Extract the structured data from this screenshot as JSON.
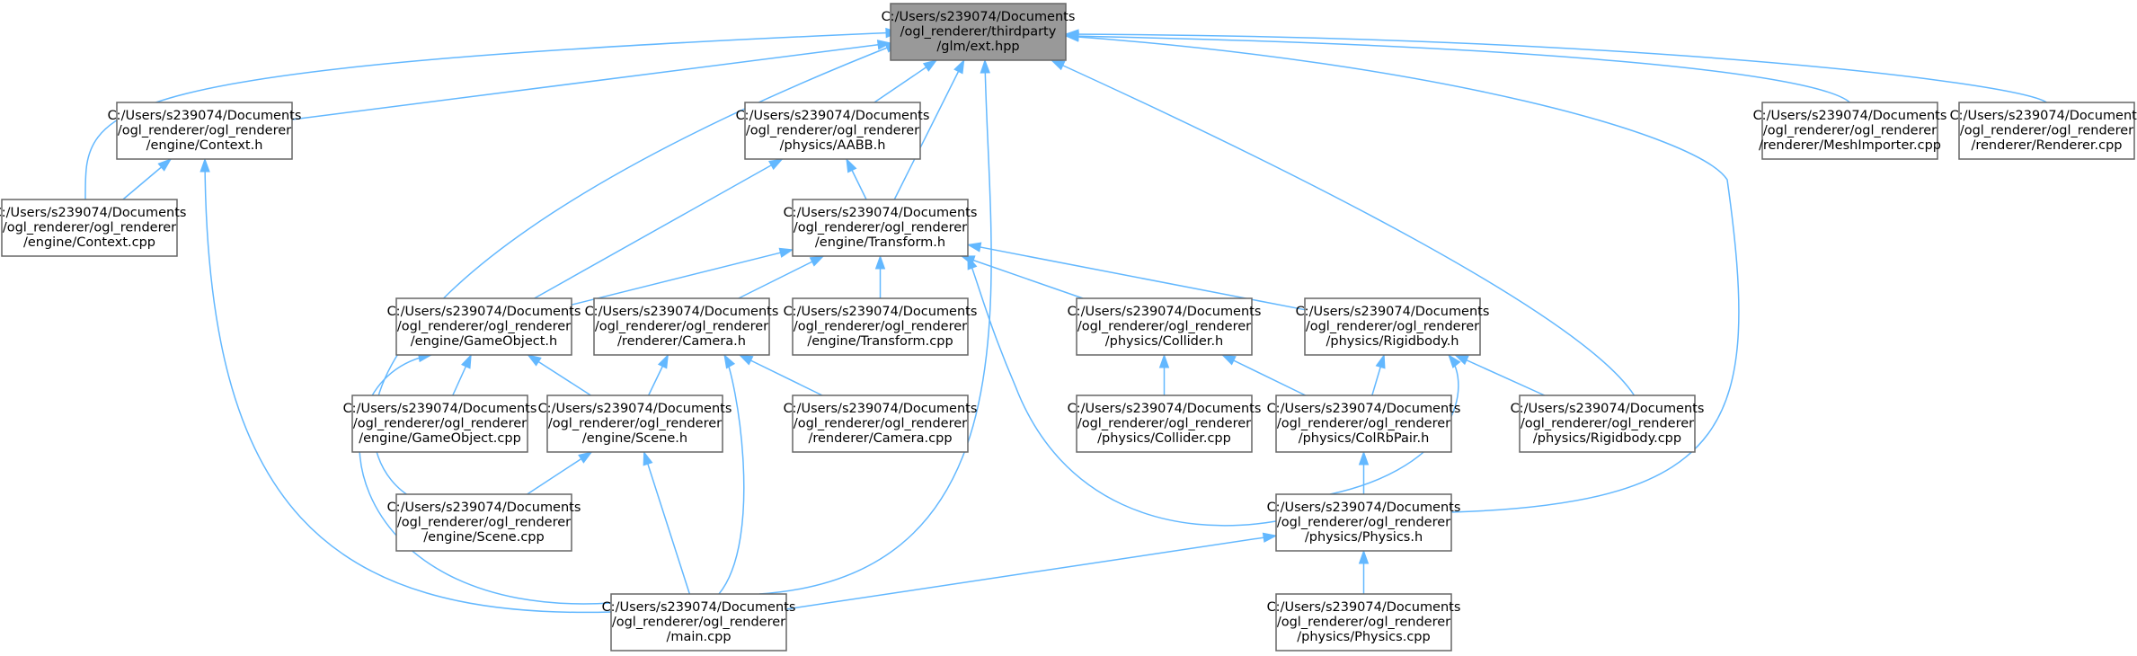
{
  "nodes": [
    {
      "id": "ext",
      "lines": [
        "C:/Users/s239074/Documents",
        "/ogl_renderer/thirdparty",
        "/glm/ext.hpp"
      ],
      "highlighted": true
    },
    {
      "id": "context_h",
      "lines": [
        "C:/Users/s239074/Documents",
        "/ogl_renderer/ogl_renderer",
        "/engine/Context.h"
      ]
    },
    {
      "id": "aabb_h",
      "lines": [
        "C:/Users/s239074/Documents",
        "/ogl_renderer/ogl_renderer",
        "/physics/AABB.h"
      ]
    },
    {
      "id": "meshimporter_cpp",
      "lines": [
        "C:/Users/s239074/Documents",
        "/ogl_renderer/ogl_renderer",
        "/renderer/MeshImporter.cpp"
      ]
    },
    {
      "id": "renderer_cpp",
      "lines": [
        "C:/Users/s239074/Documents",
        "/ogl_renderer/ogl_renderer",
        "/renderer/Renderer.cpp"
      ]
    },
    {
      "id": "context_cpp",
      "lines": [
        "C:/Users/s239074/Documents",
        "/ogl_renderer/ogl_renderer",
        "/engine/Context.cpp"
      ]
    },
    {
      "id": "transform_h",
      "lines": [
        "C:/Users/s239074/Documents",
        "/ogl_renderer/ogl_renderer",
        "/engine/Transform.h"
      ]
    },
    {
      "id": "gameobject_h",
      "lines": [
        "C:/Users/s239074/Documents",
        "/ogl_renderer/ogl_renderer",
        "/engine/GameObject.h"
      ]
    },
    {
      "id": "camera_h",
      "lines": [
        "C:/Users/s239074/Documents",
        "/ogl_renderer/ogl_renderer",
        "/renderer/Camera.h"
      ]
    },
    {
      "id": "transform_cpp",
      "lines": [
        "C:/Users/s239074/Documents",
        "/ogl_renderer/ogl_renderer",
        "/engine/Transform.cpp"
      ]
    },
    {
      "id": "collider_h",
      "lines": [
        "C:/Users/s239074/Documents",
        "/ogl_renderer/ogl_renderer",
        "/physics/Collider.h"
      ]
    },
    {
      "id": "rigidbody_h",
      "lines": [
        "C:/Users/s239074/Documents",
        "/ogl_renderer/ogl_renderer",
        "/physics/Rigidbody.h"
      ]
    },
    {
      "id": "gameobject_cpp",
      "lines": [
        "C:/Users/s239074/Documents",
        "/ogl_renderer/ogl_renderer",
        "/engine/GameObject.cpp"
      ]
    },
    {
      "id": "scene_h",
      "lines": [
        "C:/Users/s239074/Documents",
        "/ogl_renderer/ogl_renderer",
        "/engine/Scene.h"
      ]
    },
    {
      "id": "camera_cpp",
      "lines": [
        "C:/Users/s239074/Documents",
        "/ogl_renderer/ogl_renderer",
        "/renderer/Camera.cpp"
      ]
    },
    {
      "id": "collider_cpp",
      "lines": [
        "C:/Users/s239074/Documents",
        "/ogl_renderer/ogl_renderer",
        "/physics/Collider.cpp"
      ]
    },
    {
      "id": "colrbpair_h",
      "lines": [
        "C:/Users/s239074/Documents",
        "/ogl_renderer/ogl_renderer",
        "/physics/ColRbPair.h"
      ]
    },
    {
      "id": "rigidbody_cpp",
      "lines": [
        "C:/Users/s239074/Documents",
        "/ogl_renderer/ogl_renderer",
        "/physics/Rigidbody.cpp"
      ]
    },
    {
      "id": "scene_cpp",
      "lines": [
        "C:/Users/s239074/Documents",
        "/ogl_renderer/ogl_renderer",
        "/engine/Scene.cpp"
      ]
    },
    {
      "id": "physics_h",
      "lines": [
        "C:/Users/s239074/Documents",
        "/ogl_renderer/ogl_renderer",
        "/physics/Physics.h"
      ]
    },
    {
      "id": "main_cpp",
      "lines": [
        "C:/Users/s239074/Documents",
        "/ogl_renderer/ogl_renderer",
        "/main.cpp"
      ]
    },
    {
      "id": "physics_cpp",
      "lines": [
        "C:/Users/s239074/Documents",
        "/ogl_renderer/ogl_renderer",
        "/physics/Physics.cpp"
      ]
    }
  ],
  "edges": [
    {
      "from": "context_h",
      "to": "ext"
    },
    {
      "from": "context_cpp",
      "to": "ext"
    },
    {
      "from": "aabb_h",
      "to": "ext"
    },
    {
      "from": "transform_h",
      "to": "ext"
    },
    {
      "from": "scene_cpp",
      "to": "ext"
    },
    {
      "from": "main_cpp",
      "to": "ext"
    },
    {
      "from": "rigidbody_cpp",
      "to": "ext"
    },
    {
      "from": "physics_h",
      "to": "ext"
    },
    {
      "from": "meshimporter_cpp",
      "to": "ext"
    },
    {
      "from": "renderer_cpp",
      "to": "ext"
    },
    {
      "from": "context_cpp",
      "to": "context_h"
    },
    {
      "from": "main_cpp",
      "to": "context_h"
    },
    {
      "from": "transform_h",
      "to": "aabb_h"
    },
    {
      "from": "gameobject_h",
      "to": "aabb_h"
    },
    {
      "from": "gameobject_h",
      "to": "transform_h"
    },
    {
      "from": "camera_h",
      "to": "transform_h"
    },
    {
      "from": "transform_cpp",
      "to": "transform_h"
    },
    {
      "from": "collider_h",
      "to": "transform_h"
    },
    {
      "from": "rigidbody_h",
      "to": "transform_h"
    },
    {
      "from": "physics_h",
      "to": "transform_h"
    },
    {
      "from": "gameobject_cpp",
      "to": "gameobject_h"
    },
    {
      "from": "scene_h",
      "to": "gameobject_h"
    },
    {
      "from": "main_cpp",
      "to": "gameobject_h"
    },
    {
      "from": "scene_h",
      "to": "camera_h"
    },
    {
      "from": "camera_cpp",
      "to": "camera_h"
    },
    {
      "from": "main_cpp",
      "to": "camera_h"
    },
    {
      "from": "scene_cpp",
      "to": "scene_h"
    },
    {
      "from": "main_cpp",
      "to": "scene_h"
    },
    {
      "from": "collider_cpp",
      "to": "collider_h"
    },
    {
      "from": "colrbpair_h",
      "to": "collider_h"
    },
    {
      "from": "colrbpair_h",
      "to": "rigidbody_h"
    },
    {
      "from": "rigidbody_cpp",
      "to": "rigidbody_h"
    },
    {
      "from": "physics_h",
      "to": "rigidbody_h"
    },
    {
      "from": "physics_h",
      "to": "colrbpair_h"
    },
    {
      "from": "main_cpp",
      "to": "physics_h"
    },
    {
      "from": "physics_cpp",
      "to": "physics_h"
    }
  ]
}
